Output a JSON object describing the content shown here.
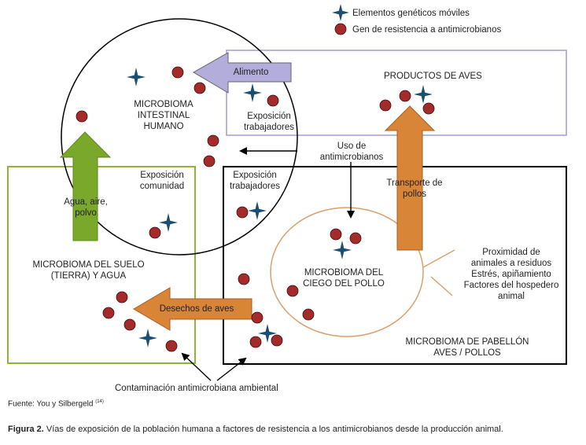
{
  "legend": {
    "mobile_elements": "Elementos genéticos móviles",
    "resistance_gene": "Gen de resistencia a antimicrobianos"
  },
  "nodes": {
    "human_gut": [
      "MICROBIOMA",
      "INTESTINAL",
      "HUMANO"
    ],
    "poultry_products": "PRODUCTOS DE AVES",
    "soil_water": [
      "MICROBIOMA DEL SUELO",
      "(TIERRA) Y AGUA"
    ],
    "chicken_cecum": [
      "MICROBIOMA DEL",
      "CIEGO DEL POLLO"
    ],
    "barn": [
      "MICROBIOMA DE PABELLÓN",
      "AVES / POLLOS"
    ]
  },
  "arrows": {
    "food": "Alimento",
    "water_air_dust": [
      "Agua, aire,",
      "polvo"
    ],
    "bird_waste": "Desechos de aves",
    "transport": [
      "Transporte de",
      "pollos"
    ]
  },
  "labels": {
    "worker_exposure_top": [
      "Exposición",
      "trabajadores"
    ],
    "antimicrobial_use": [
      "Uso de",
      "antimicrobianos"
    ],
    "community_exposure": [
      "Exposición",
      "comunidad"
    ],
    "worker_exposure_barn": [
      "Exposición",
      "trabajadores"
    ],
    "host_factors": [
      "Proximidad de",
      "animales a residuos",
      "Estrés, apiñamiento",
      "Factores del hospedero",
      "animal"
    ],
    "environmental_contamination": "Contaminación antimicrobiana ambiental"
  },
  "source": {
    "text": "Fuente: You y Silbergeld",
    "ref": "(14)"
  },
  "caption": {
    "label": "Figura 2.",
    "text": " Vías de exposición de la población humana a factores de resistencia a los antimicrobianos desde la producción animal."
  },
  "colors": {
    "resistance_gene": "#a52a2a",
    "mobile_element": "#1b4f72",
    "food_arrow": "#b3addc",
    "water_arrow": "#7aa82a",
    "waste_arrow": "#d88537",
    "transport_arrow": "#d88537",
    "soil_box": "#8db33b",
    "products_box": "#a69bd1",
    "cecum_circle": "#d9a06b"
  }
}
